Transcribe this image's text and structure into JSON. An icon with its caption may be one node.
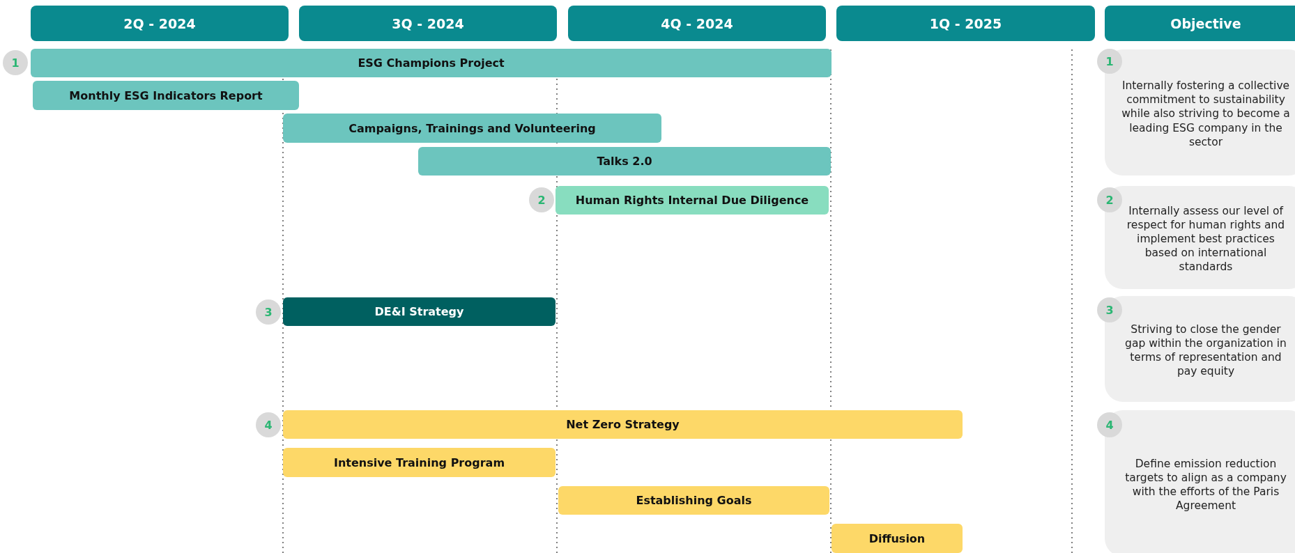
{
  "diagram": {
    "nodes": [
      {
        "text": [
          "2Q - 2024"
        ]
      },
      {
        "text": [
          "3Q - 2024"
        ]
      },
      {
        "text": [
          "4Q - 2024"
        ]
      },
      {
        "text": [
          "1Q - 2025"
        ]
      },
      {
        "text": [
          "Objective"
        ]
      },
      {
        "text": [
          "1"
        ]
      },
      {
        "text": [
          "ESG Champions Project"
        ]
      },
      {
        "text": [
          "1"
        ]
      },
      {
        "text": [
          "Internally fostering a collective commitment to sustainability while also striving to become a leading ESG company in the sector"
        ]
      },
      {
        "text": [
          "Monthly ESG Indicators Report"
        ]
      },
      {
        "text": [
          "Campaigns, Trainings and Volunteering"
        ]
      },
      {
        "text": [
          "Talks 2.0"
        ]
      },
      {
        "text": [
          "2"
        ]
      },
      {
        "text": [
          "Human Rights Internal Due Diligence"
        ]
      },
      {
        "text": [
          "2"
        ]
      },
      {
        "text": [
          "Internally assess our level of respect for human rights and implement best practices based on international standards"
        ]
      },
      {
        "text": [
          "3"
        ]
      },
      {
        "text": [
          "DE&I Strategy"
        ]
      },
      {
        "text": [
          "3"
        ]
      },
      {
        "text": [
          "Striving to close the gender gap within the organization in terms of representation and pay equity"
        ]
      },
      {
        "text": [
          "4"
        ]
      },
      {
        "text": [
          "Net Zero Strategy"
        ]
      },
      {
        "text": [
          "4"
        ]
      },
      {
        "text": [
          "Define emission reduction targets to align as a company with the efforts of the Paris Agreement"
        ]
      },
      {
        "text": [
          "Intensive Training Program"
        ]
      },
      {
        "text": [
          "Establishing Goals"
        ]
      },
      {
        "text": [
          "Diffusion"
        ]
      }
    ]
  }
}
